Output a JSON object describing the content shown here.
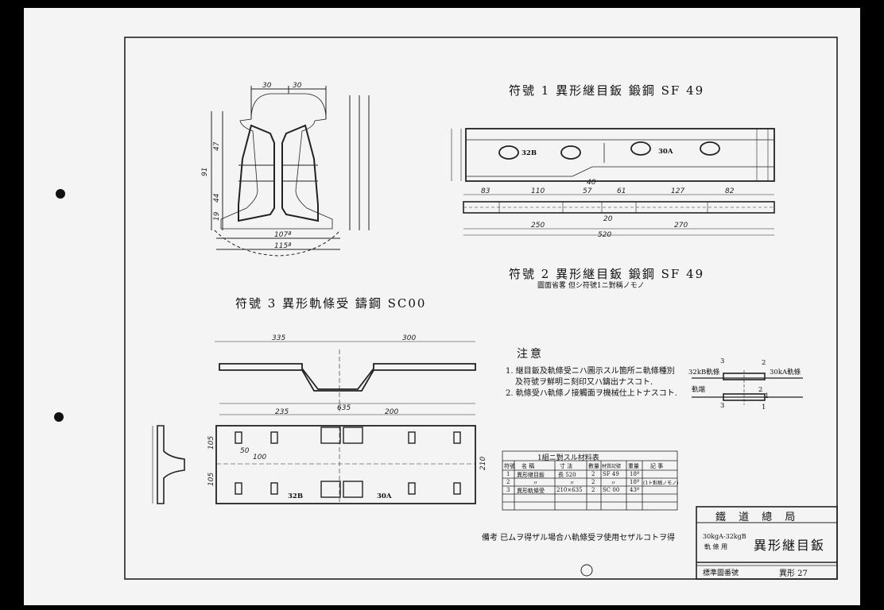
{
  "drawing": {
    "part1": {
      "title": "符號 1 異形継目鈑 鍛鋼 SF 49",
      "label_a": "32B",
      "label_b": "30A"
    },
    "part2": {
      "title": "符號 2 異形継目鈑 鍛鋼 SF 49",
      "subtitle": "圖面省畧 但シ符號1ニ對稱ノモノ"
    },
    "part3": {
      "title": "符號 3 異形軌條受 鑄鋼 SC00",
      "label_a": "32B",
      "label_b": "30A"
    },
    "section_dims": [
      "30",
      "30",
      "107ª",
      "115ª",
      "91",
      "47",
      "44",
      "19"
    ],
    "part1_dims": [
      "83",
      "110",
      "57",
      "61",
      "127",
      "82",
      "250",
      "270",
      "520",
      "40",
      "20"
    ],
    "part3_dims": [
      "335",
      "300",
      "635",
      "235",
      "200",
      "105",
      "105",
      "210",
      "50",
      "100"
    ],
    "notes": {
      "heading": "注意",
      "line1": "1. 継目鈑及軌條受ニハ圖示スル箇所ニ軌條種別",
      "line1b": "及符號ヲ鮮明ニ刻印又ハ鑄出ナスコト.",
      "line2": "2. 軌條受ハ軌條ノ接觸面ヲ機械仕上トナスコト."
    },
    "sketch": {
      "left_label": "32kB軌條",
      "right_label": "30kA軌條",
      "side_label": "軌端",
      "marks": [
        "3",
        "2",
        "2",
        "3",
        "1",
        "1"
      ]
    },
    "table": {
      "title": "1組ニ對スル材料表",
      "headers": [
        "符號",
        "名 稱",
        "寸 法",
        "數量",
        "材質記號",
        "重量",
        "記 事"
      ],
      "rows": [
        [
          "1",
          "異形継目鈑",
          "長 520",
          "2",
          "SF 49",
          "18ª",
          ""
        ],
        [
          "2",
          "〃",
          "〃",
          "2",
          "〃",
          "18ª",
          "(1ト對稱ノモノ)"
        ],
        [
          "3",
          "異形軌條受",
          "210×635",
          "2",
          "SC 00",
          "43ª",
          ""
        ]
      ]
    },
    "remark": "備考 已ムヲ得ザル場合ハ軌條受ヲ使用セザルコトヲ得",
    "title_block": {
      "org": "鐵 道 總 局",
      "spec": "30kgA-32kgB",
      "use": "軌 條 用",
      "name": "異形継目鈑",
      "std_label": "標準圖番號",
      "std_num": "異形 27"
    }
  }
}
